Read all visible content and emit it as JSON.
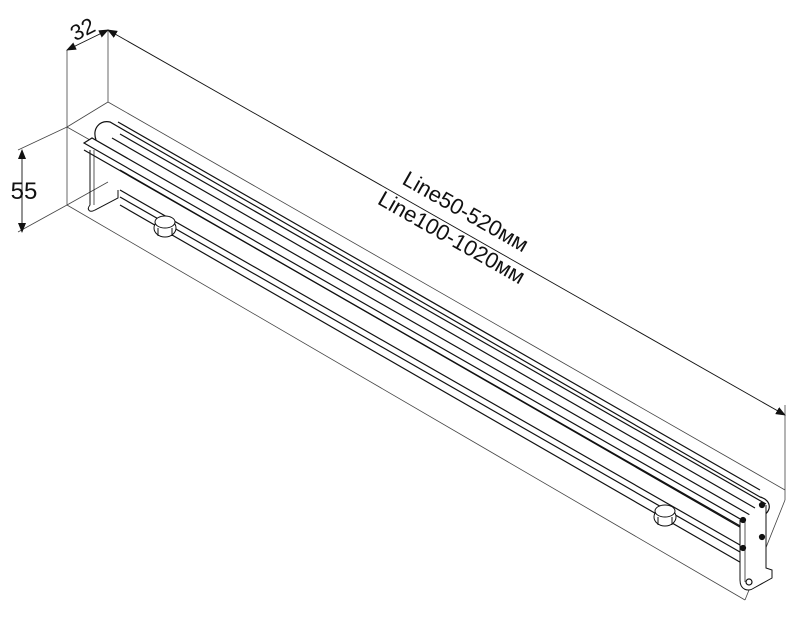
{
  "dimensions": {
    "depth": "32",
    "height": "55",
    "length_line1": "Line50-520мм",
    "length_line2": "Line100-1020мм"
  },
  "colors": {
    "line": "#222222",
    "thin": "#555555",
    "background": "#ffffff"
  }
}
